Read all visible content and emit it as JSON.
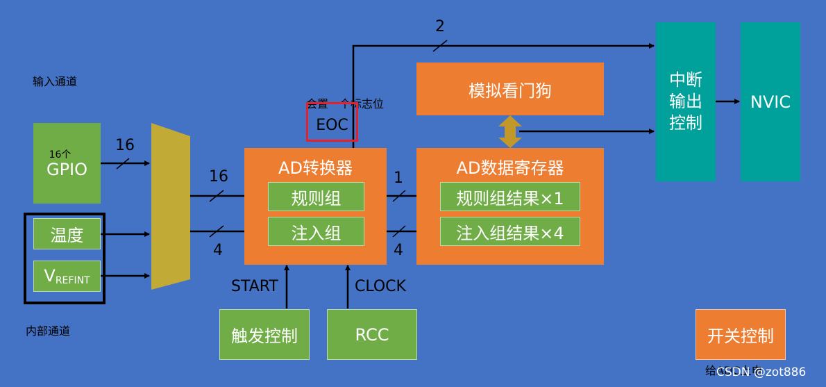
{
  "labels": {
    "input_channels": "输入通道",
    "internal_channels": "内部通道",
    "set_flag": "会置一个标志位",
    "adc_power": "给ADC上电",
    "watermark": "CSDN @zot886"
  },
  "gpio": {
    "count_label": "16个",
    "name": "GPIO"
  },
  "internal": {
    "temp": "温度",
    "vref_main": "V",
    "vref_sub": "REFINT"
  },
  "adc": {
    "title": "AD转换器",
    "regular": "规则组",
    "injected": "注入组",
    "eoc": "EOC"
  },
  "register": {
    "title": "AD数据寄存器",
    "regular_result": "规则组结果×1",
    "injected_result": "注入组结果×4"
  },
  "watchdog": "模拟看门狗",
  "interrupt": "中断\n输出\n控制",
  "nvic": "NVIC",
  "trigger": "触发控制",
  "rcc": "RCC",
  "power_switch": "开关控制",
  "signals": {
    "start": "START",
    "clock": "CLOCK"
  },
  "bus_counts": {
    "gpio_to_mux": "16",
    "mux_to_regular": "16",
    "mux_to_injected": "4",
    "regular_to_result": "1",
    "injected_to_result": "4",
    "to_interrupt": "2"
  },
  "colors": {
    "background": "#4472c4",
    "green": "#70ad47",
    "orange": "#ed7d31",
    "teal": "#00a19a",
    "mux": "#c2aa36",
    "highlight": "#e8202a"
  }
}
